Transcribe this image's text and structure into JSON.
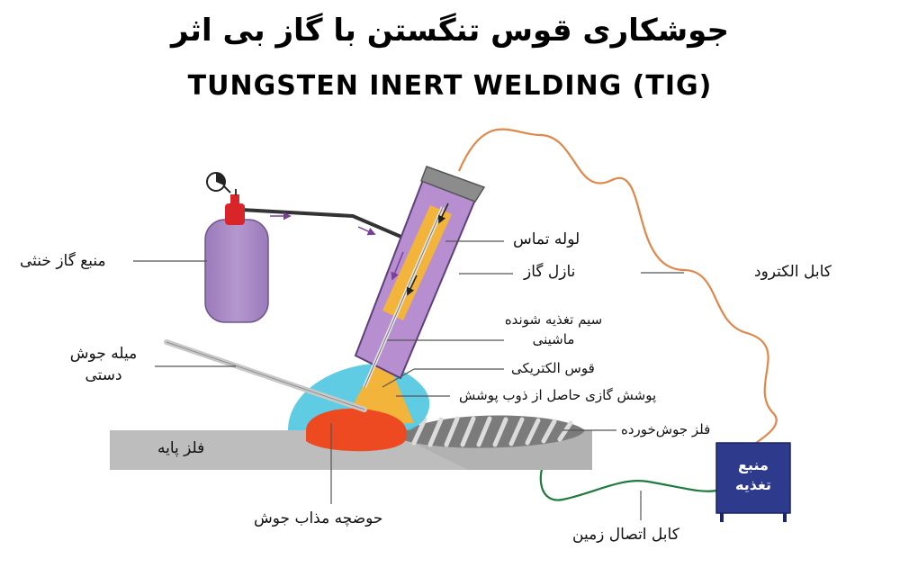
{
  "title_fa": "جوشکاری قوس تنگستن با گاز بی اثر",
  "title_en": "TUNGSTEN INERT WELDING (TIG)",
  "labels": {
    "inert_gas_source": "منبع گاز خنثی",
    "contact_tube": "لوله تماس",
    "gas_nozzle": "نازل گاز",
    "feed_wire_line1": "سیم تغذیه شونده",
    "feed_wire_line2": "ماشینی",
    "electric_arc": "قوس الکتریکی",
    "shielding_gas": "پوشش گازی حاصل از ذوب پوشش",
    "weld_metal": "فلز جوش‌خورده",
    "filler_rod_line1": "میله جوش",
    "filler_rod_line2": "دستی",
    "base_metal": "فلز پایه",
    "weld_pool": "حوضچه مذاب جوش",
    "electrode_cable": "کابل الکترود",
    "ground_cable": "کابل اتصال زمین",
    "power_source_line1": "منبع",
    "power_source_line2": "تغذیه"
  },
  "colors": {
    "torch": "#b78fd0",
    "torch_outline": "#5d3f7a",
    "contact_tube": "#f3b43c",
    "gas_shield": "#4fc6e0",
    "weld_pool": "#ee4a22",
    "base_metal": "#bdbdbd",
    "power_source": "#2e3a8c",
    "electrode_cable": "#e0874a",
    "ground_cable": "#1e7a3e",
    "cylinder": "#a98bc4",
    "valve": "#d9242a"
  }
}
